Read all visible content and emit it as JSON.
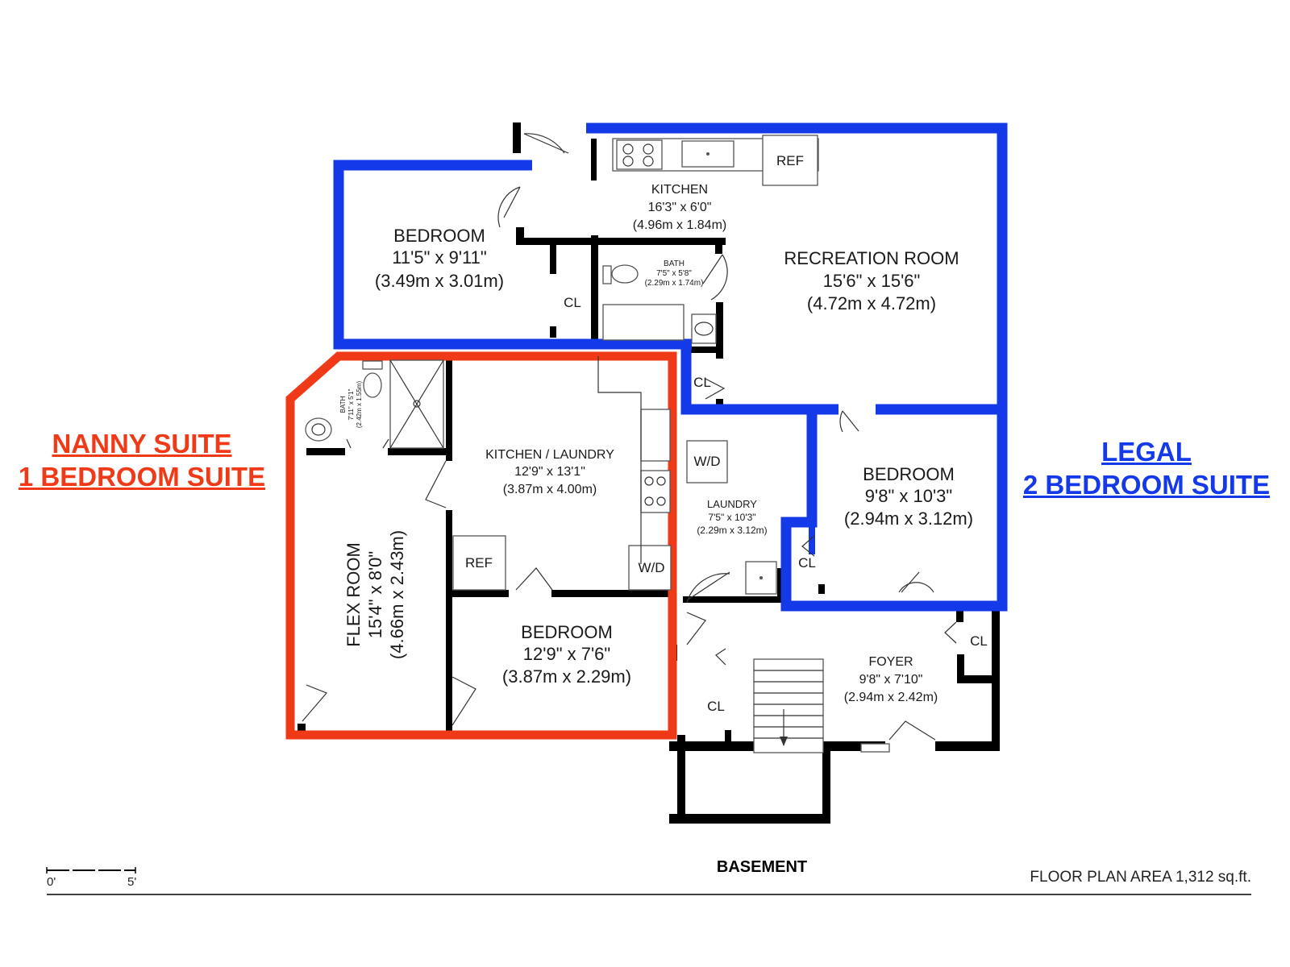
{
  "suites": {
    "nanny": {
      "line1": "NANNY SUITE",
      "line2": "1 BEDROOM SUITE",
      "color": "#f03a17"
    },
    "legal": {
      "line1": "LEGAL",
      "line2": "2 BEDROOM SUITE",
      "color": "#1339e8"
    }
  },
  "rooms": {
    "bedroom_nw": {
      "name": "BEDROOM",
      "imperial": "11'5\" x 9'11\"",
      "metric": "(3.49m x 3.01m)"
    },
    "kitchen": {
      "name": "KITCHEN",
      "imperial": "16'3\" x 6'0\"",
      "metric": "(4.96m x 1.84m)"
    },
    "bath_upper": {
      "name": "BATH",
      "imperial": "7'5\" x 5'8\"",
      "metric": "(2.29m x 1.74m)"
    },
    "recreation": {
      "name": "RECREATION ROOM",
      "imperial": "15'6\" x 15'6\"",
      "metric": "(4.72m x 4.72m)"
    },
    "bath_lower": {
      "name": "BATH",
      "imperial": "7'11\" x 5'1\"",
      "metric": "(2.42m x 1.55m)"
    },
    "kitchen_laundry": {
      "name": "KITCHEN / LAUNDRY",
      "imperial": "12'9\" x 13'1\"",
      "metric": "(3.87m x 4.00m)"
    },
    "flex": {
      "name": "FLEX ROOM",
      "imperial": "15'4\" x 8'0\"",
      "metric": "(4.66m x 2.43m)"
    },
    "bedroom_sw": {
      "name": "BEDROOM",
      "imperial": "12'9\" x 7'6\"",
      "metric": "(3.87m x 2.29m)"
    },
    "laundry": {
      "name": "LAUNDRY",
      "imperial": "7'5\" x 10'3\"",
      "metric": "(2.29m x 3.12m)"
    },
    "bedroom_e": {
      "name": "BEDROOM",
      "imperial": "9'8\" x 10'3\"",
      "metric": "(2.94m x 3.12m)"
    },
    "foyer": {
      "name": "FOYER",
      "imperial": "9'8\" x 7'10\"",
      "metric": "(2.94m x 2.42m)"
    }
  },
  "fixtures": {
    "ref": "REF",
    "wd": "W/D",
    "cl": "CL"
  },
  "footer": {
    "level": "BASEMENT",
    "area": "FLOOR PLAN AREA 1,312 sq.ft.",
    "scale_start": "0'",
    "scale_end": "5'"
  }
}
